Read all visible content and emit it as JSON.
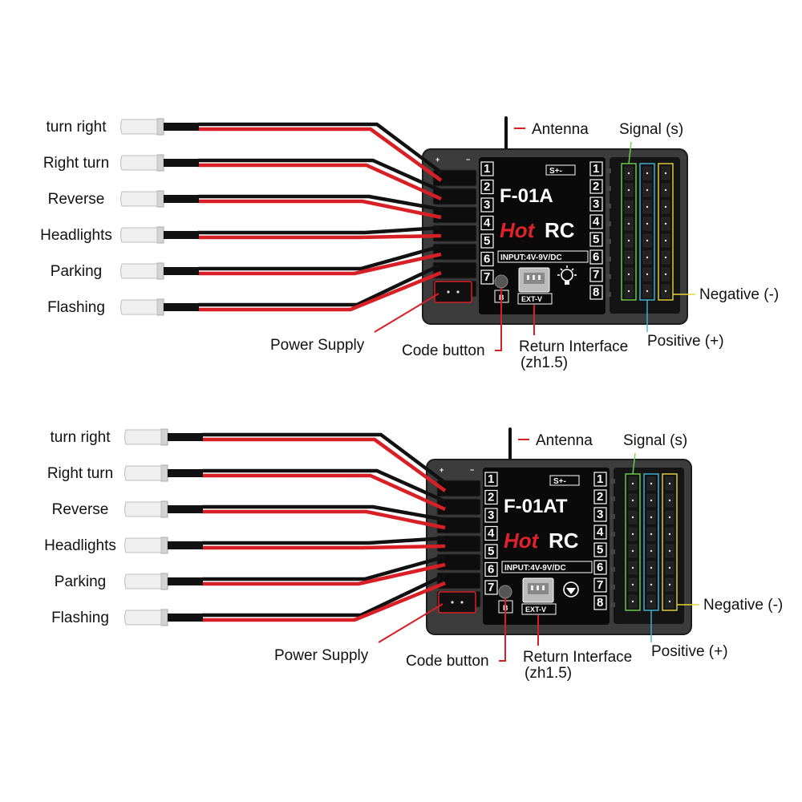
{
  "colors": {
    "wire_black": "#111111",
    "wire_red": "#d91f26",
    "board": "#3c3c3c",
    "label_panel": "#0a0a0a",
    "signal_box": "#6fd14f",
    "positive_box": "#3fb7d8",
    "negative_box": "#e8d33a",
    "hot_red": "#e0232b"
  },
  "diagrams": [
    {
      "model": "F-01A",
      "brand_hot": "Hot",
      "brand_rc": "RC",
      "input": "INPUT:4V-9V/DC",
      "polarity": "S+-",
      "code_button_mark": "B",
      "ext_port": "EXT-V",
      "accessory": "bulb-icon",
      "lights": [
        "turn right",
        "Right turn",
        "Reverse",
        "Headlights",
        "Parking",
        "Flashing"
      ],
      "left_channels": [
        "1",
        "2",
        "3",
        "4",
        "5",
        "6",
        "7"
      ],
      "right_channels": [
        "1",
        "2",
        "3",
        "4",
        "5",
        "6",
        "7",
        "8"
      ],
      "labels": {
        "antenna": "Antenna",
        "signal": "Signal (s)",
        "negative": "Negative (-)",
        "positive": "Positive (+)",
        "power_supply": "Power Supply",
        "code_button": "Code button",
        "return_interface": "Return Interface",
        "return_interface_sub": "(zh1.5)"
      }
    },
    {
      "model": "F-01AT",
      "brand_hot": "Hot",
      "brand_rc": "RC",
      "input": "INPUT:4V-9V/DC",
      "polarity": "S+-",
      "code_button_mark": "B",
      "ext_port": "EXT-V",
      "accessory": "gyro-icon",
      "lights": [
        "turn right",
        "Right turn",
        "Reverse",
        "Headlights",
        "Parking",
        "Flashing"
      ],
      "left_channels": [
        "1",
        "2",
        "3",
        "4",
        "5",
        "6",
        "7"
      ],
      "right_channels": [
        "1",
        "2",
        "3",
        "4",
        "5",
        "6",
        "7",
        "8"
      ],
      "labels": {
        "antenna": "Antenna",
        "signal": "Signal (s)",
        "negative": "Negative (-)",
        "positive": "Positive (+)",
        "power_supply": "Power Supply",
        "code_button": "Code button",
        "return_interface": "Return Interface",
        "return_interface_sub": "(zh1.5)"
      }
    }
  ]
}
